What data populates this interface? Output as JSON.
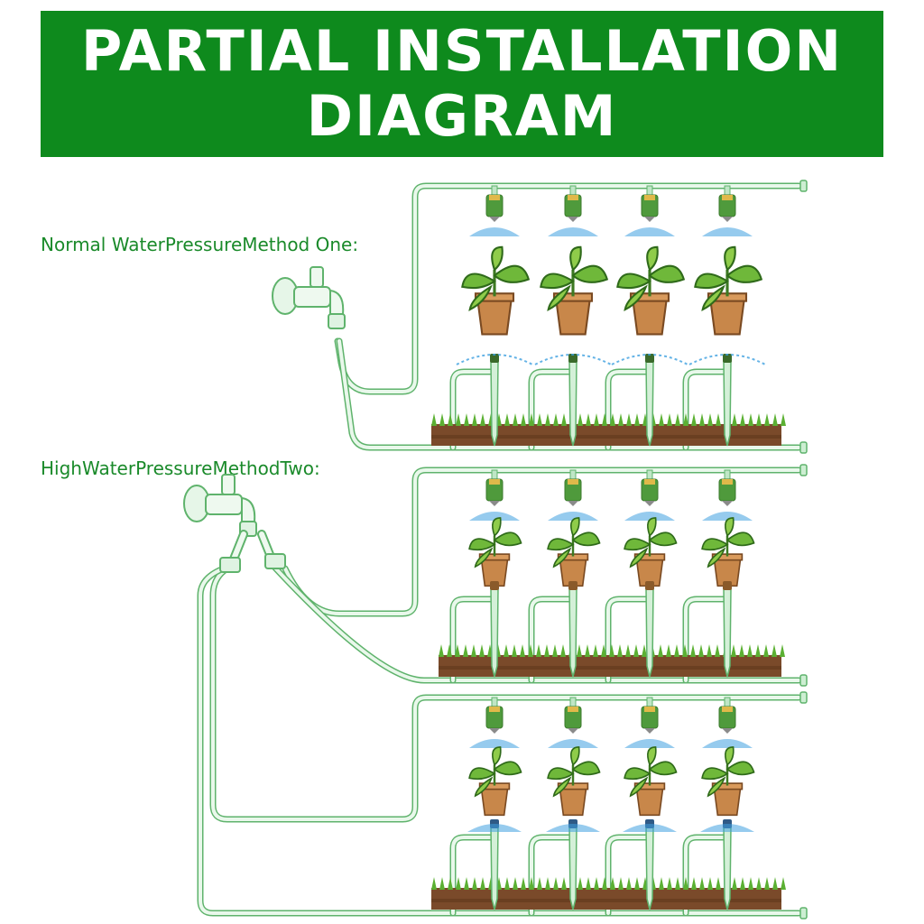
{
  "banner": {
    "line1": "PARTIAL INSTALLATION",
    "line2": "DIAGRAM"
  },
  "methods": {
    "one": "Normal WaterPressureMethod One:",
    "two": "HighWaterPressureMethodTwo:"
  },
  "colors": {
    "banner": "#0e8a1d",
    "label_text": "#1a8a2a",
    "tube": "#9fd9a8",
    "water_spray": "#3fa0e0",
    "soil": "#7a4a2a",
    "grass": "#5bb033",
    "pot": "#c8874a",
    "leaf": "#6fb83a"
  }
}
